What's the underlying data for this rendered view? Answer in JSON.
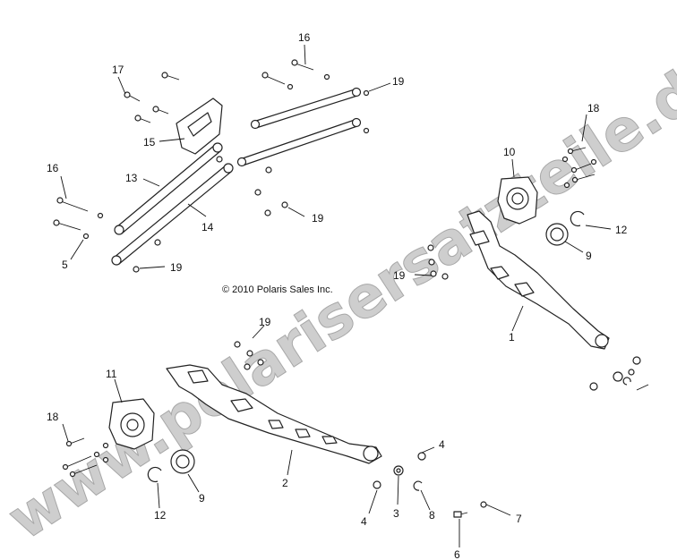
{
  "copyright": "© 2010 Polaris Sales Inc.",
  "watermark": "www.polarisersatzteile.de",
  "callouts": [
    {
      "id": "c1",
      "label": "1"
    },
    {
      "id": "c2",
      "label": "2"
    },
    {
      "id": "c3",
      "label": "3"
    },
    {
      "id": "c4a",
      "label": "4"
    },
    {
      "id": "c4b",
      "label": "4"
    },
    {
      "id": "c5",
      "label": "5"
    },
    {
      "id": "c6",
      "label": "6"
    },
    {
      "id": "c7",
      "label": "7"
    },
    {
      "id": "c8",
      "label": "8"
    },
    {
      "id": "c9a",
      "label": "9"
    },
    {
      "id": "c9b",
      "label": "9"
    },
    {
      "id": "c10",
      "label": "10"
    },
    {
      "id": "c11",
      "label": "11"
    },
    {
      "id": "c12a",
      "label": "12"
    },
    {
      "id": "c12b",
      "label": "12"
    },
    {
      "id": "c13",
      "label": "13"
    },
    {
      "id": "c14",
      "label": "14"
    },
    {
      "id": "c15",
      "label": "15"
    },
    {
      "id": "c16a",
      "label": "16"
    },
    {
      "id": "c16b",
      "label": "16"
    },
    {
      "id": "c17",
      "label": "17"
    },
    {
      "id": "c18a",
      "label": "18"
    },
    {
      "id": "c18b",
      "label": "18"
    },
    {
      "id": "c19a",
      "label": "19"
    },
    {
      "id": "c19b",
      "label": "19"
    },
    {
      "id": "c19c",
      "label": "19"
    },
    {
      "id": "c19d",
      "label": "19"
    },
    {
      "id": "c19e",
      "label": "19"
    }
  ]
}
